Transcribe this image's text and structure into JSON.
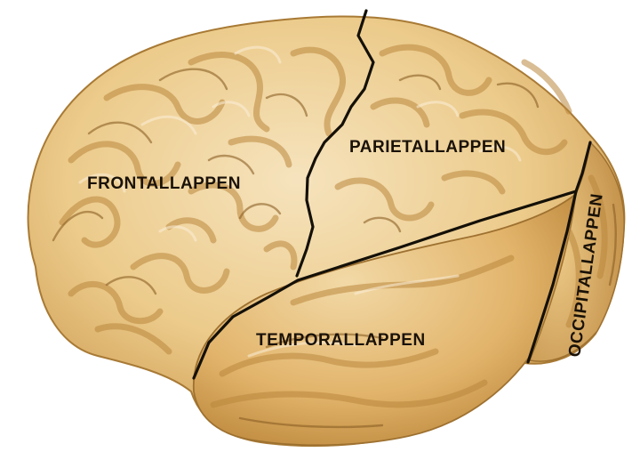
{
  "figure": {
    "colors": {
      "cortex_light": "#f3dcb1",
      "cortex_mid": "#e6bf7d",
      "cortex_dark": "#b98a3e",
      "boundary_line": "#141008",
      "label_text": "#1a1208"
    },
    "labels": {
      "frontal": "FRONTALLAPPEN",
      "parietal": "PARIETALLAPPEN",
      "temporal": "TEMPORALLAPPEN",
      "occipital": "OCCIPITALLAPPEN"
    }
  }
}
